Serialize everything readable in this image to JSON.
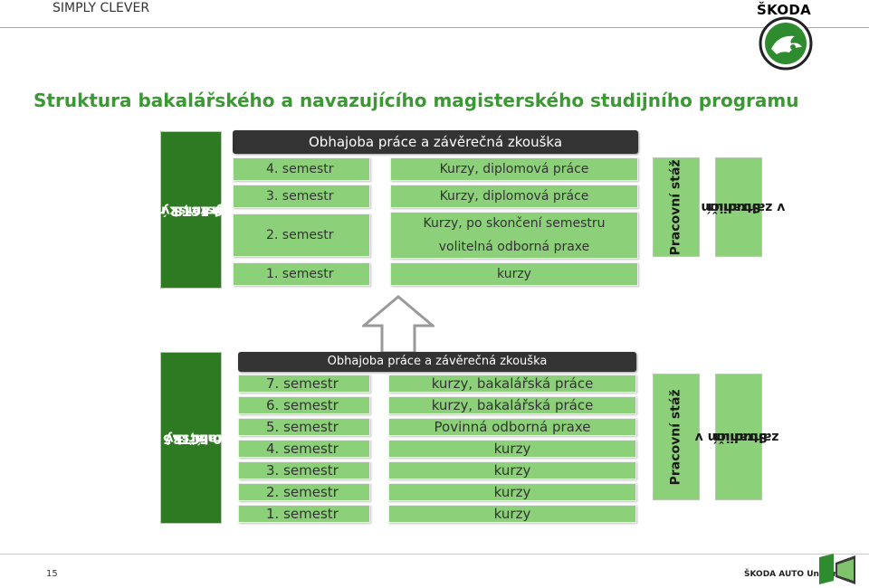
{
  "header": {
    "tagline": "SIMPLY CLEVER",
    "brand": "ŠKODA",
    "title": "Struktura bakalářského a navazujícího magisterského studijního programu"
  },
  "master": {
    "program_lines": [
      "Magisterský studijní",
      "program, 2 roky",
      "120 ECTS"
    ],
    "defense": "Obhajoba práce a závěrečná zkouška",
    "semesters": [
      "4. semestr",
      "3. semestr",
      "2. semestr",
      "1. semestr"
    ],
    "contents": [
      "Kurzy, diplomová práce",
      "Kurzy, diplomová práce",
      "Kurzy, po skončení semestru",
      "volitelná odborná praxe",
      "kurzy"
    ],
    "internship": "Pracovní stáž",
    "abroad_lines": [
      "Studium",
      "v zahraničí"
    ]
  },
  "bachelor": {
    "program_lines": [
      "Bakalářský studijní",
      "program, 3.5 roku",
      "180 ECTS"
    ],
    "defense": "Obhajoba práce a závěrečná zkouška",
    "semesters": [
      "7. semestr",
      "6. semestr",
      "5. semestr",
      "4. semestr",
      "3. semestr",
      "2. semestr",
      "1. semestr"
    ],
    "contents": [
      "kurzy, bakalářská práce",
      "kurzy, bakalářská práce",
      "Povinná odborná praxe",
      "kurzy",
      "kurzy",
      "kurzy",
      "kurzy"
    ],
    "internship": "Pracovní stáž",
    "abroad_lines": [
      "Studium v",
      "zahraničí"
    ]
  },
  "footer": {
    "page_number": "15",
    "university": "ŠKODA AUTO University"
  },
  "colors": {
    "title_green": "#3a9a32",
    "dark_green": "#2e7a22",
    "light_green": "#8cd179",
    "defense_bar": "#333333"
  }
}
